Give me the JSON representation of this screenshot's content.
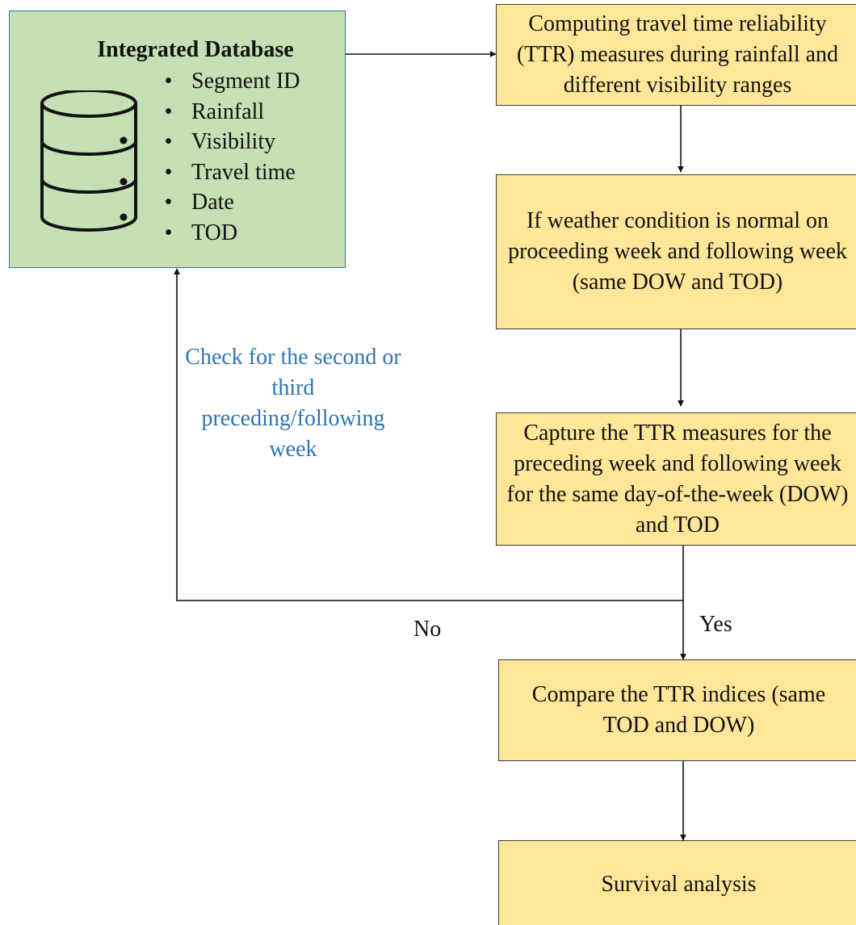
{
  "database": {
    "title": "Integrated Database",
    "icon": "database-icon",
    "fields": [
      "Segment ID",
      "Rainfall",
      "Visibility",
      "Travel time",
      "Date",
      "TOD"
    ]
  },
  "steps": {
    "compute": "Computing travel time reliability (TTR) measures during rainfall and different visibility ranges",
    "condition": "If weather condition is normal on proceeding week and following week (same DOW and TOD)",
    "capture": "Capture the TTR measures for the preceding week and following week for the same day-of-the-week (DOW) and TOD",
    "compare": "Compare the TTR indices (same TOD and DOW)",
    "survival": "Survival analysis"
  },
  "loop_note": "Check for the second or third preceding/following week",
  "edge_labels": {
    "no": "No",
    "yes": "Yes"
  },
  "colors": {
    "database_fill": "#c5e0b4",
    "database_border": "#41719c",
    "step_fill": "#ffe699",
    "loop_note_text": "#2e75b6"
  }
}
